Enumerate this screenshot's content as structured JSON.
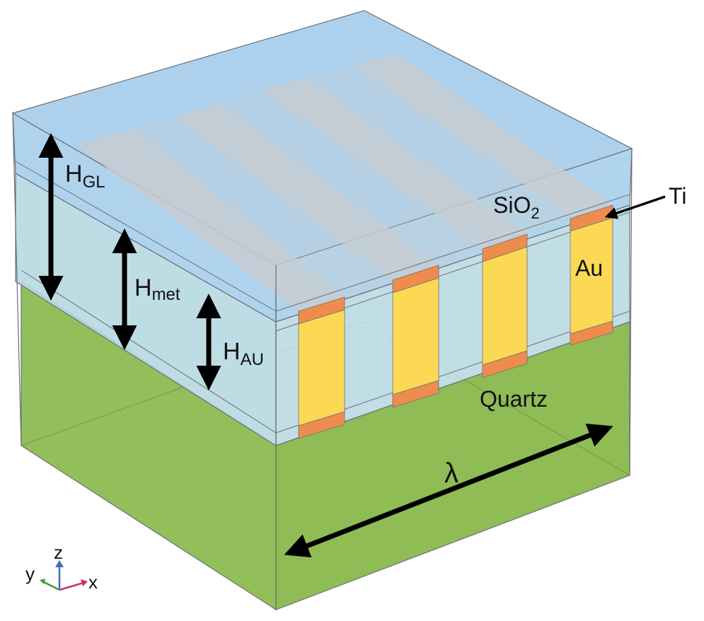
{
  "labels": {
    "h_gl_main": "H",
    "h_gl_sub": "GL",
    "h_met_main": "H",
    "h_met_sub": "met",
    "h_au_main": "H",
    "h_au_sub": "AU",
    "sio2_main": "SiO",
    "sio2_sub": "2",
    "ti": "Ti",
    "au": "Au",
    "quartz": "Quartz",
    "lambda": "λ"
  },
  "axes": {
    "z": "z",
    "y": "y",
    "x": "x"
  },
  "colors": {
    "quartz": "#93bf5a",
    "quartz_front": "#8fbc55",
    "sio2": "#a9cfeb",
    "glass_layer": "#b7d8e0",
    "grating_bar": "#c8cdd2",
    "gold": "#fcd955",
    "titanium": "#ee8c4d",
    "edge": "#6a6f78",
    "axis_z": "#3d6fb6",
    "axis_x": "#c8316a",
    "axis_y": "#3f9a3f"
  }
}
